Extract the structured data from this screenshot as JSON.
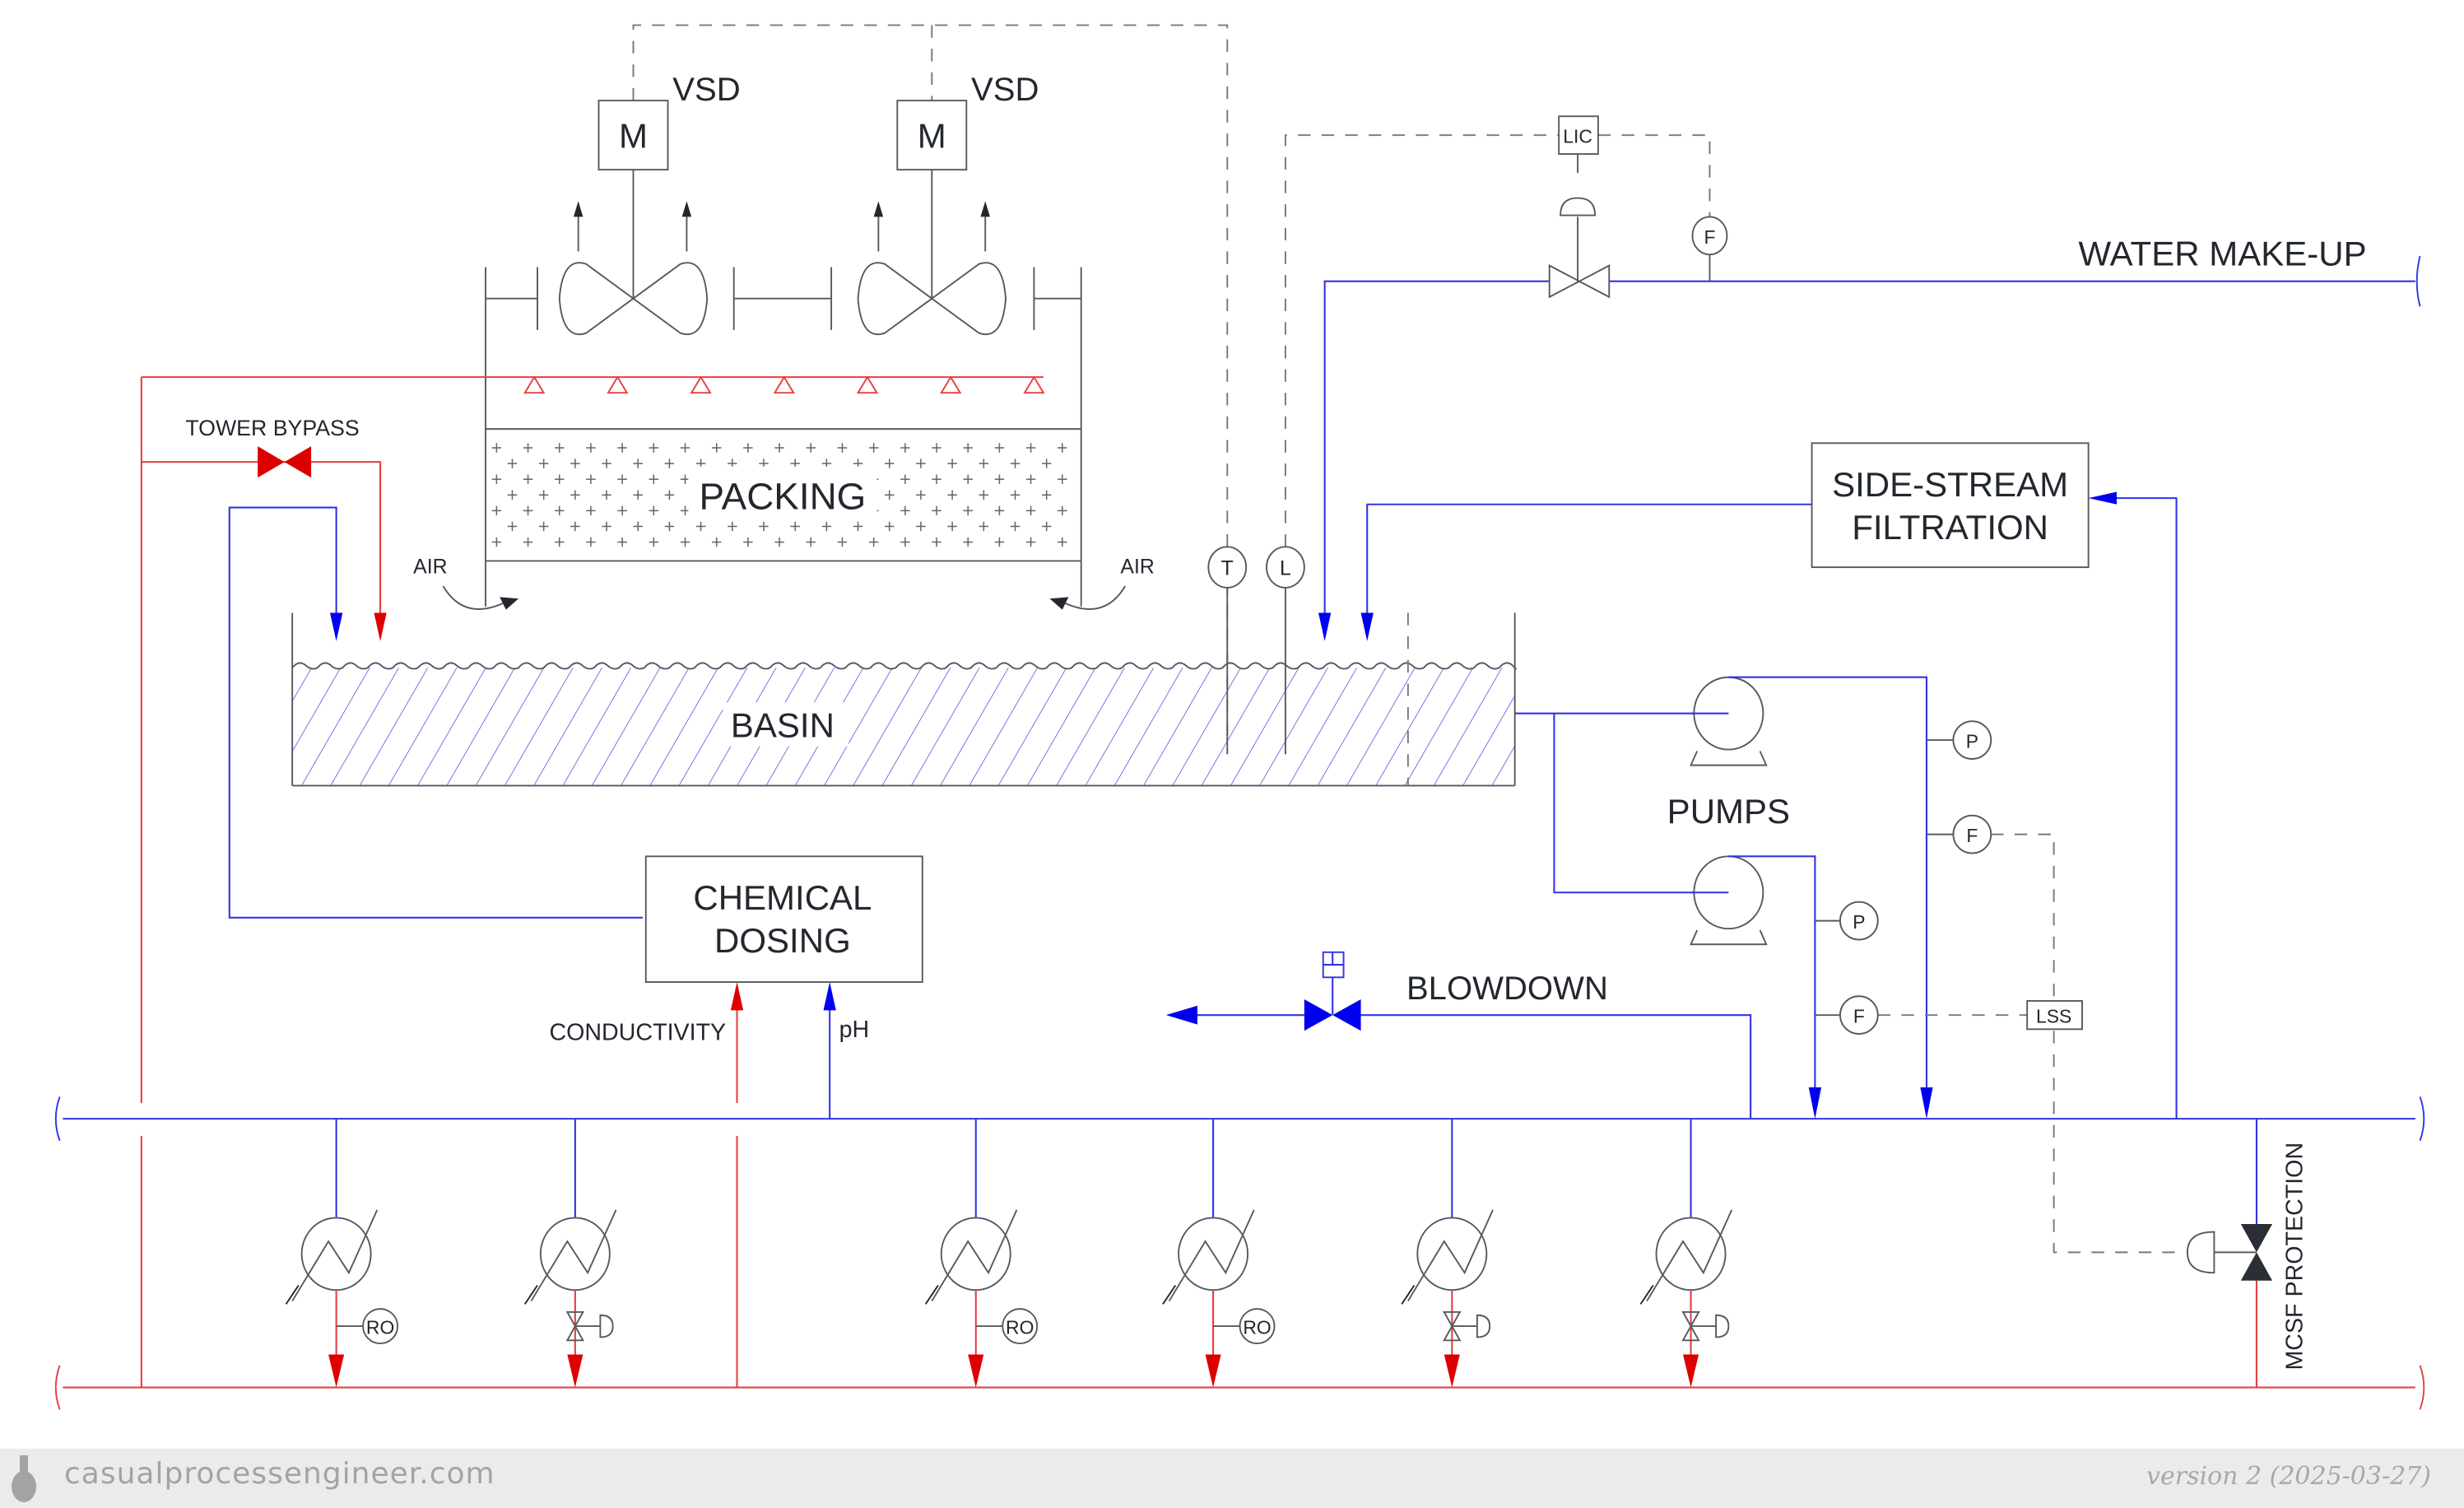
{
  "diagram": {
    "title_labels": {
      "vsd_1": "VSD",
      "vsd_2": "VSD",
      "motor_1": "M",
      "motor_2": "M",
      "packing": "PACKING",
      "basin": "BASIN",
      "air_left": "AIR",
      "air_right": "AIR",
      "tower_bypass": "TOWER BYPASS",
      "water_makeup": "WATER MAKE-UP",
      "side_stream_1": "SIDE-STREAM",
      "side_stream_2": "FILTRATION",
      "pumps": "PUMPS",
      "chemical_1": "CHEMICAL",
      "chemical_2": "DOSING",
      "conductivity": "CONDUCTIVITY",
      "ph": "pH",
      "blowdown": "BLOWDOWN",
      "mcsf": "MCSF PROTECTION"
    },
    "instruments": {
      "lic": "LIC",
      "makeup_flow": "F",
      "temperature": "T",
      "level": "L",
      "pump1_pressure": "P",
      "pump1_flow": "F",
      "pump2_pressure": "P",
      "pump2_flow": "F",
      "lss": "LSS"
    },
    "exchangers": [
      {
        "control": "RO"
      },
      {
        "control": "valve"
      },
      {
        "control": "RO"
      },
      {
        "control": "RO"
      },
      {
        "control": "valve"
      },
      {
        "control": "valve"
      }
    ],
    "ro_label": "RO",
    "colors": {
      "cold_water": "#3333e6",
      "hot_water": "#e64040",
      "valve_red": "#dd0000",
      "valve_blue": "#0000ee",
      "equipment": "#555a60"
    }
  },
  "footer": {
    "brand": "casualprocessengineer.com",
    "version": "version 2 (2025-03-27)"
  }
}
